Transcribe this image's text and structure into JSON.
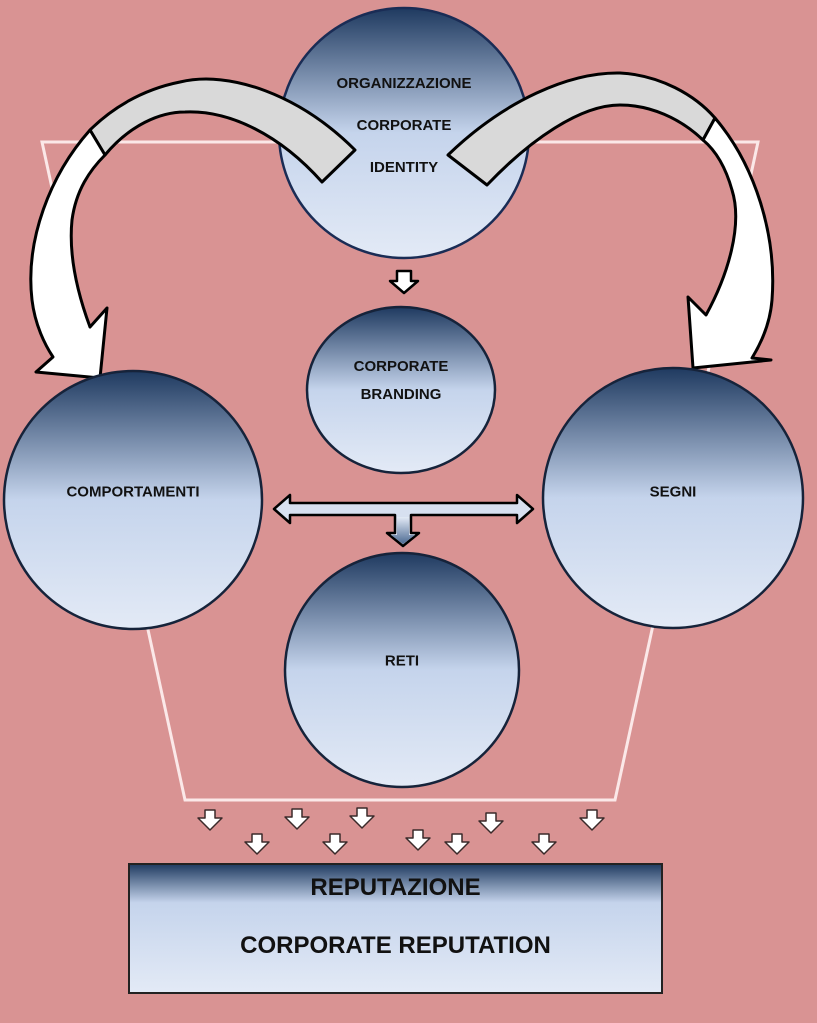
{
  "colors": {
    "background": "#d99393",
    "shape_top": "#1f3a60",
    "shape_mid": "#c5d4ec",
    "shape_bottom": "#e3eaf6",
    "shape_border": "#16233a",
    "trapezoid_line": "#fbe8e8",
    "arrow_fill": "#ffffff",
    "arrow_fill_back": "#d9d9d9",
    "arrow_stroke": "#000000"
  },
  "nodes": {
    "identity": {
      "lines": [
        "ORGANIZZAZIONE",
        "CORPORATE",
        "IDENTITY"
      ]
    },
    "branding": {
      "lines": [
        "CORPORATE",
        "BRANDING"
      ]
    },
    "comportamenti": {
      "label": "COMPORTAMENTI"
    },
    "segni": {
      "label": "SEGNI"
    },
    "reti": {
      "label": "RETI"
    },
    "reputation": {
      "line1": "REPUTAZIONE",
      "line2": "CORPORATE REPUTATION"
    }
  },
  "connectors": [
    {
      "from": "identity",
      "to": "comportamenti",
      "type": "curved-arrow"
    },
    {
      "from": "identity",
      "to": "segni",
      "type": "curved-arrow"
    },
    {
      "from": "identity",
      "to": "branding",
      "type": "down-arrow"
    },
    {
      "from": "comportamenti",
      "to": "segni",
      "type": "double-arrow"
    },
    {
      "from": "double-arrow",
      "to": "reti",
      "type": "down-arrow"
    },
    {
      "from": "trapezoid",
      "to": "reputation",
      "type": "scattered-down-arrows",
      "count": 10
    }
  ]
}
